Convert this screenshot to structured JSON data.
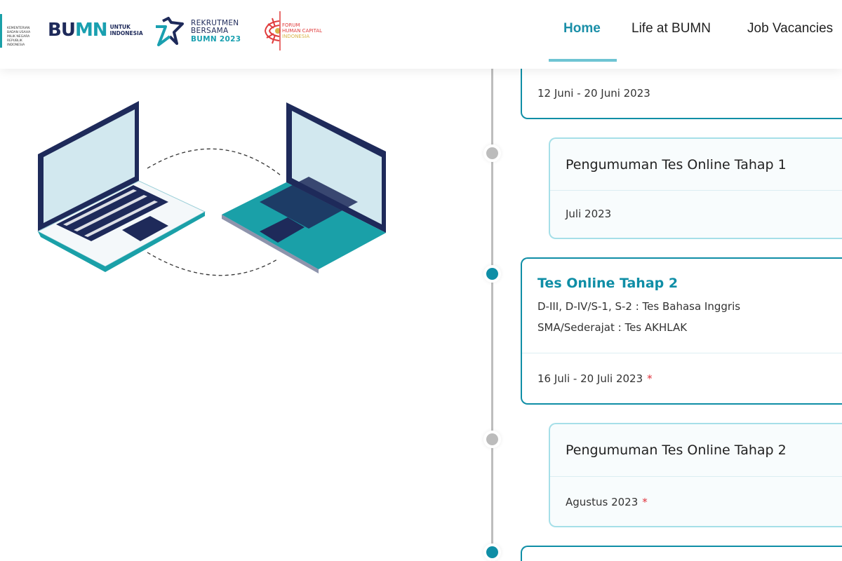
{
  "header": {
    "logos": {
      "kementerian": "KEMENTERIAN BADAN USAHA MILIK NEGARA REPUBLIK INDONESIA",
      "bumn_main": "BU",
      "bumn_accent": "MN",
      "bumn_sub1": "UNTUK",
      "bumn_sub2": "INDONESIA",
      "rekrutmen1": "REKRUTMEN",
      "rekrutmen2": "BERSAMA",
      "rekrutmen3": "BUMN 2023",
      "fhc1": "FORUM",
      "fhc2": "HUMAN CAPITAL",
      "fhc3": "INDONESIA"
    },
    "nav": [
      {
        "label": "Home",
        "active": true
      },
      {
        "label": "Life at BUMN"
      },
      {
        "label": "Job Vacancies"
      }
    ]
  },
  "timeline": [
    {
      "date": "12 Juni - 20 Juni 2023",
      "active": true
    },
    {
      "title": "Pengumuman Tes Online Tahap 1",
      "date": "Juli 2023"
    },
    {
      "title": "Tes Online Tahap 2",
      "lines": [
        "D-III, D-IV/S-1, S-2 : Tes Bahasa Inggris",
        "SMA/Sederajat : Tes AKHLAK"
      ],
      "date": "16 Juli - 20 Juli 2023",
      "asterisk": "*",
      "active": true
    },
    {
      "title": "Pengumuman Tes Online Tahap 2",
      "date": "Agustus 2023",
      "asterisk": "*"
    }
  ],
  "colors": {
    "accent": "#0f8ea6",
    "navy": "#1e2a5a",
    "inactive_border": "#a6dfe8"
  }
}
